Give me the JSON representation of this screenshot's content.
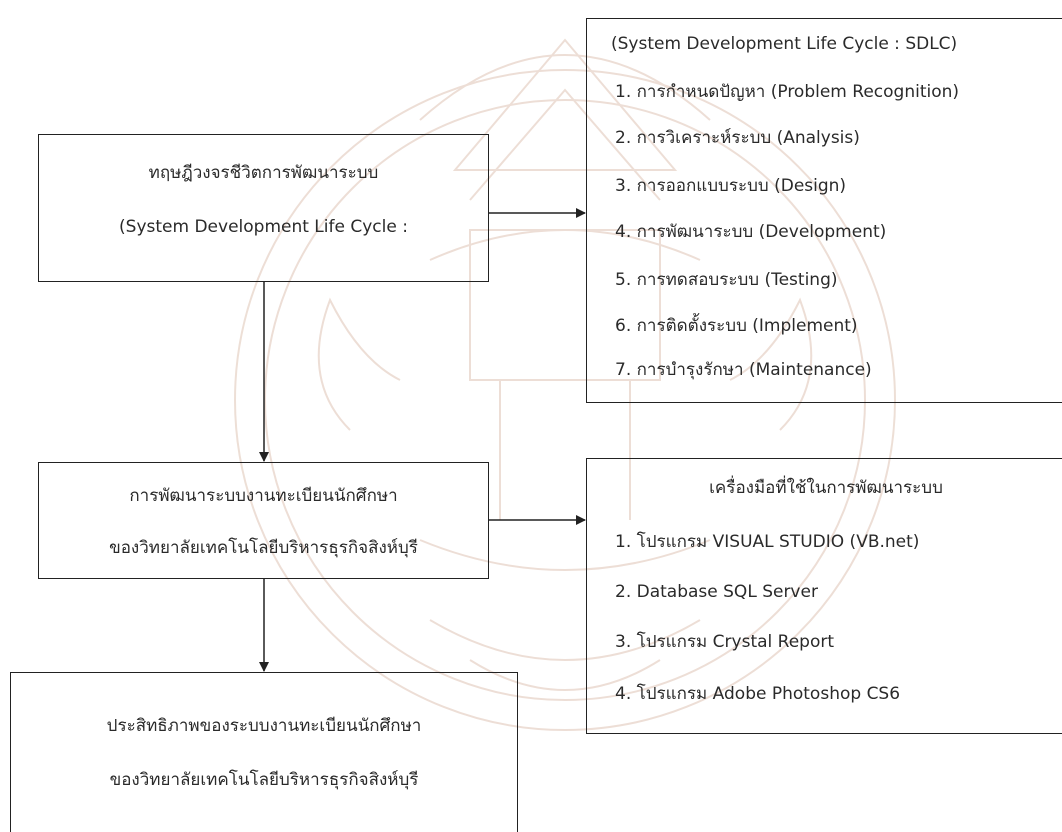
{
  "theory_box": {
    "line1": "ทฤษฎีวงจรชีวิตการพัฒนาระบบ",
    "line2": "(System Development Life Cycle :"
  },
  "sdlc_box": {
    "header": "(System Development Life Cycle : SDLC)",
    "steps": [
      "1. การกำหนดปัญหา (Problem Recognition)",
      "2. การวิเคราะห์ระบบ (Analysis)",
      "3. การออกแบบระบบ  (Design)",
      "4. การพัฒนาระบบ  (Development)",
      "5. การทดสอบระบบ  (Testing)",
      "6. การติดตั้งระบบ  (Implement)",
      "7. การบำรุงรักษา  (Maintenance)"
    ]
  },
  "development_box": {
    "line1": "การพัฒนาระบบงานทะเบียนนักศึกษา",
    "line2": "ของวิทยาลัยเทคโนโลยีบริหารธุรกิจสิงห์บุรี"
  },
  "tools_box": {
    "header": "เครื่องมือที่ใช้ในการพัฒนาระบบ",
    "items": [
      "1. โปรแกรม VISUAL STUDIO (VB.net)",
      "2. Database SQL Server",
      "3. โปรแกรม Crystal Report",
      "4. โปรแกรม Adobe Photoshop CS6"
    ]
  },
  "efficiency_box": {
    "line1": "ประสิทธิภาพของระบบงานทะเบียนนักศึกษา",
    "line2": "ของวิทยาลัยเทคโนโลยีบริหารธุรกิจสิงห์บุรี"
  },
  "colors": {
    "border": "#222222",
    "text": "#2a2a2a",
    "watermark": "#e8d9d0"
  }
}
